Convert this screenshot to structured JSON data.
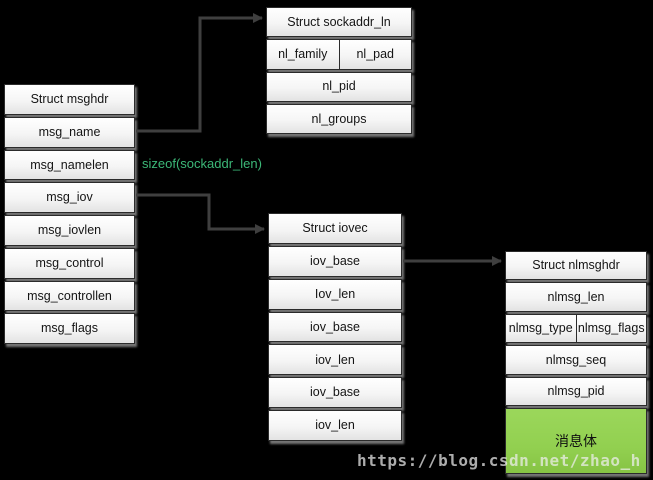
{
  "tables": {
    "msghdr": {
      "title": "Struct msghdr",
      "rows": [
        "msg_name",
        "msg_namelen",
        "msg_iov",
        "msg_iovlen",
        "msg_control",
        "msg_controllen",
        "msg_flags"
      ]
    },
    "sockaddr_nl": {
      "title": "Struct sockaddr_ln",
      "cells": {
        "family": "nl_family",
        "pad": "nl_pad"
      },
      "rows": [
        "nl_pid",
        "nl_groups"
      ]
    },
    "iovec": {
      "title": "Struct iovec",
      "rows": [
        "iov_base",
        "Iov_len",
        "iov_base",
        "iov_len",
        "iov_base",
        "iov_len"
      ]
    },
    "nlmsghdr": {
      "title": "Struct nlmsghdr",
      "cells": {
        "len": "nlmsg_len",
        "type": "nlmsg_type",
        "flags": "nlmsg_flags",
        "seq": "nlmsg_seq",
        "pid": "nlmsg_pid",
        "payload": "消息体"
      }
    }
  },
  "annotation": {
    "text": "sizeof(sockaddr_len)",
    "color": "#3cb878"
  },
  "watermark": {
    "text": "https://blog.csdn.net/zhao_h"
  },
  "colors": {
    "background": "#000000",
    "payload_green": "#92d050",
    "annotation_green": "#3cb878",
    "arrow": "#3f3f3f",
    "cell_border": "#2b2b2b",
    "cell_fill_top": "#ffffff",
    "cell_fill_bottom": "#e3e3e3"
  }
}
